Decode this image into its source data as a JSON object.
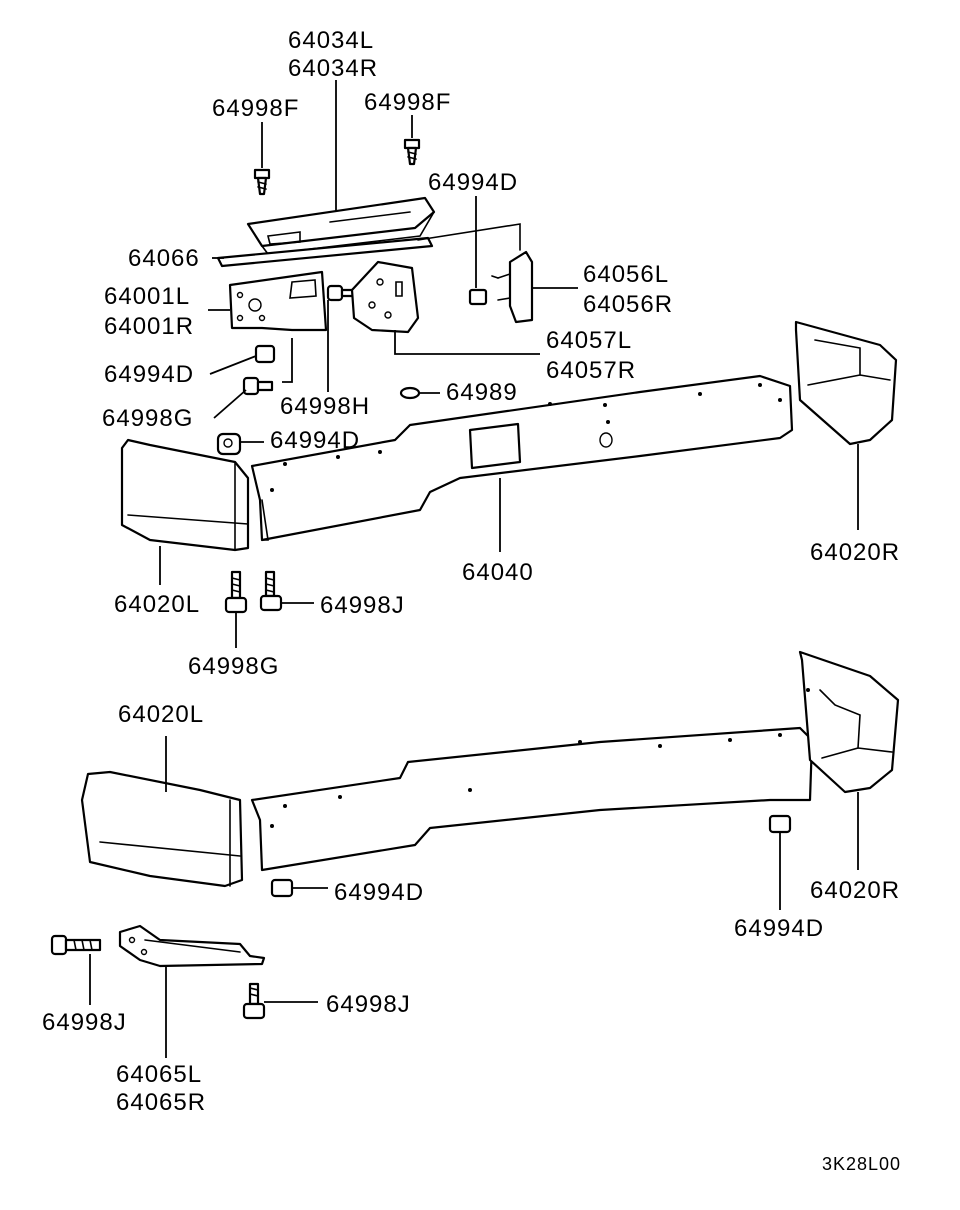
{
  "diagram_code": "3K28L00",
  "labels": {
    "l_64034": [
      "64034L",
      "64034R"
    ],
    "l_64998F_left": "64998F",
    "l_64998F_right": "64998F",
    "l_64994D_top": "64994D",
    "l_64066": "64066",
    "l_64056": [
      "64056L",
      "64056R"
    ],
    "l_64001": [
      "64001L",
      "64001R"
    ],
    "l_64057": [
      "64057L",
      "64057R"
    ],
    "l_64994D_mid": "64994D",
    "l_64998H": "64998H",
    "l_64989": "64989",
    "l_64998G_upper": "64998G",
    "l_64994D_center": "64994D",
    "l_64020R_upper": "64020R",
    "l_64040": "64040",
    "l_64020L_upper": "64020L",
    "l_64998J_upper": "64998J",
    "l_64998G_lower": "64998G",
    "l_64020L_lower": "64020L",
    "l_64994D_lower_left": "64994D",
    "l_64020R_lower": "64020R",
    "l_64994D_lower_right": "64994D",
    "l_64998J_left": "64998J",
    "l_64998J_right": "64998J",
    "l_64065": [
      "64065L",
      "64065R"
    ]
  }
}
